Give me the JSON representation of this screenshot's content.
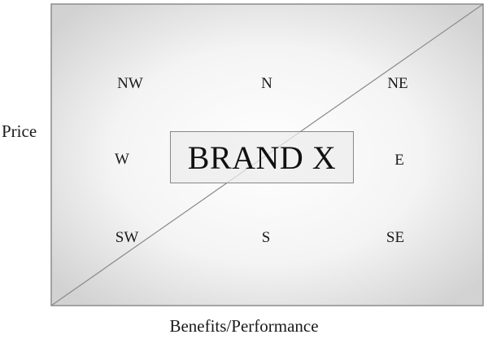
{
  "axes": {
    "y_label": "Price",
    "x_label": "Benefits/Performance"
  },
  "center_label": "BRAND X",
  "directions": {
    "nw": "NW",
    "n": "N",
    "ne": "NE",
    "w": "W",
    "e": "E",
    "sw": "SW",
    "s": "S",
    "se": "SE"
  },
  "colors": {
    "frame_border": "#8c8c8c",
    "gradient_center": "#ffffff",
    "gradient_edge": "#d4d4d4",
    "diagonal": "#8a8a8a",
    "text": "#1a1a1a"
  }
}
